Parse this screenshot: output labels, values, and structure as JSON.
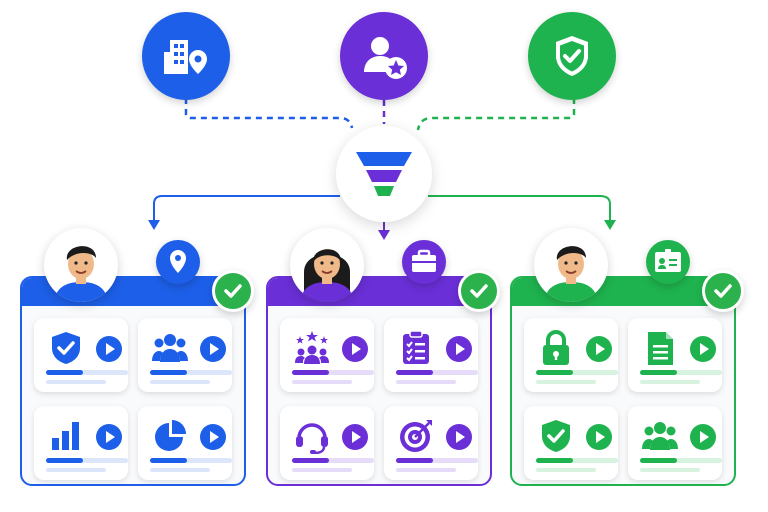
{
  "colors": {
    "blue": "#1d5fe8",
    "purple": "#6a2fd6",
    "green": "#1fb34f",
    "check_green": "#2bb24c"
  },
  "sources": [
    {
      "icon": "building-location-icon",
      "color": "#1d5fe8"
    },
    {
      "icon": "user-star-icon",
      "color": "#6a2fd6"
    },
    {
      "icon": "shield-check-icon",
      "color": "#1fb34f"
    }
  ],
  "filter": {
    "icon": "funnel-icon"
  },
  "panels": [
    {
      "color": "#1d5fe8",
      "light": "#dbe6fb",
      "avatar": "avatar-man-blue",
      "badge_icon": "location-pin-icon",
      "verified": true,
      "cards": [
        {
          "icon": "shield-check-icon",
          "progress": 0.45
        },
        {
          "icon": "group-icon",
          "progress": 0.45
        },
        {
          "icon": "bar-chart-icon",
          "progress": 0.45
        },
        {
          "icon": "pie-chart-icon",
          "progress": 0.45
        }
      ]
    },
    {
      "color": "#6a2fd6",
      "light": "#e6dcfa",
      "avatar": "avatar-woman-purple",
      "badge_icon": "briefcase-icon",
      "verified": true,
      "cards": [
        {
          "icon": "team-rating-icon",
          "progress": 0.45
        },
        {
          "icon": "clipboard-checklist-icon",
          "progress": 0.45
        },
        {
          "icon": "headset-icon",
          "progress": 0.45
        },
        {
          "icon": "target-icon",
          "progress": 0.45
        }
      ]
    },
    {
      "color": "#1fb34f",
      "light": "#d7f2df",
      "avatar": "avatar-man-green",
      "badge_icon": "id-card-icon",
      "verified": true,
      "cards": [
        {
          "icon": "lock-icon",
          "progress": 0.45
        },
        {
          "icon": "document-icon",
          "progress": 0.45
        },
        {
          "icon": "shield-check-icon",
          "progress": 0.45
        },
        {
          "icon": "group-icon",
          "progress": 0.45
        }
      ]
    }
  ]
}
